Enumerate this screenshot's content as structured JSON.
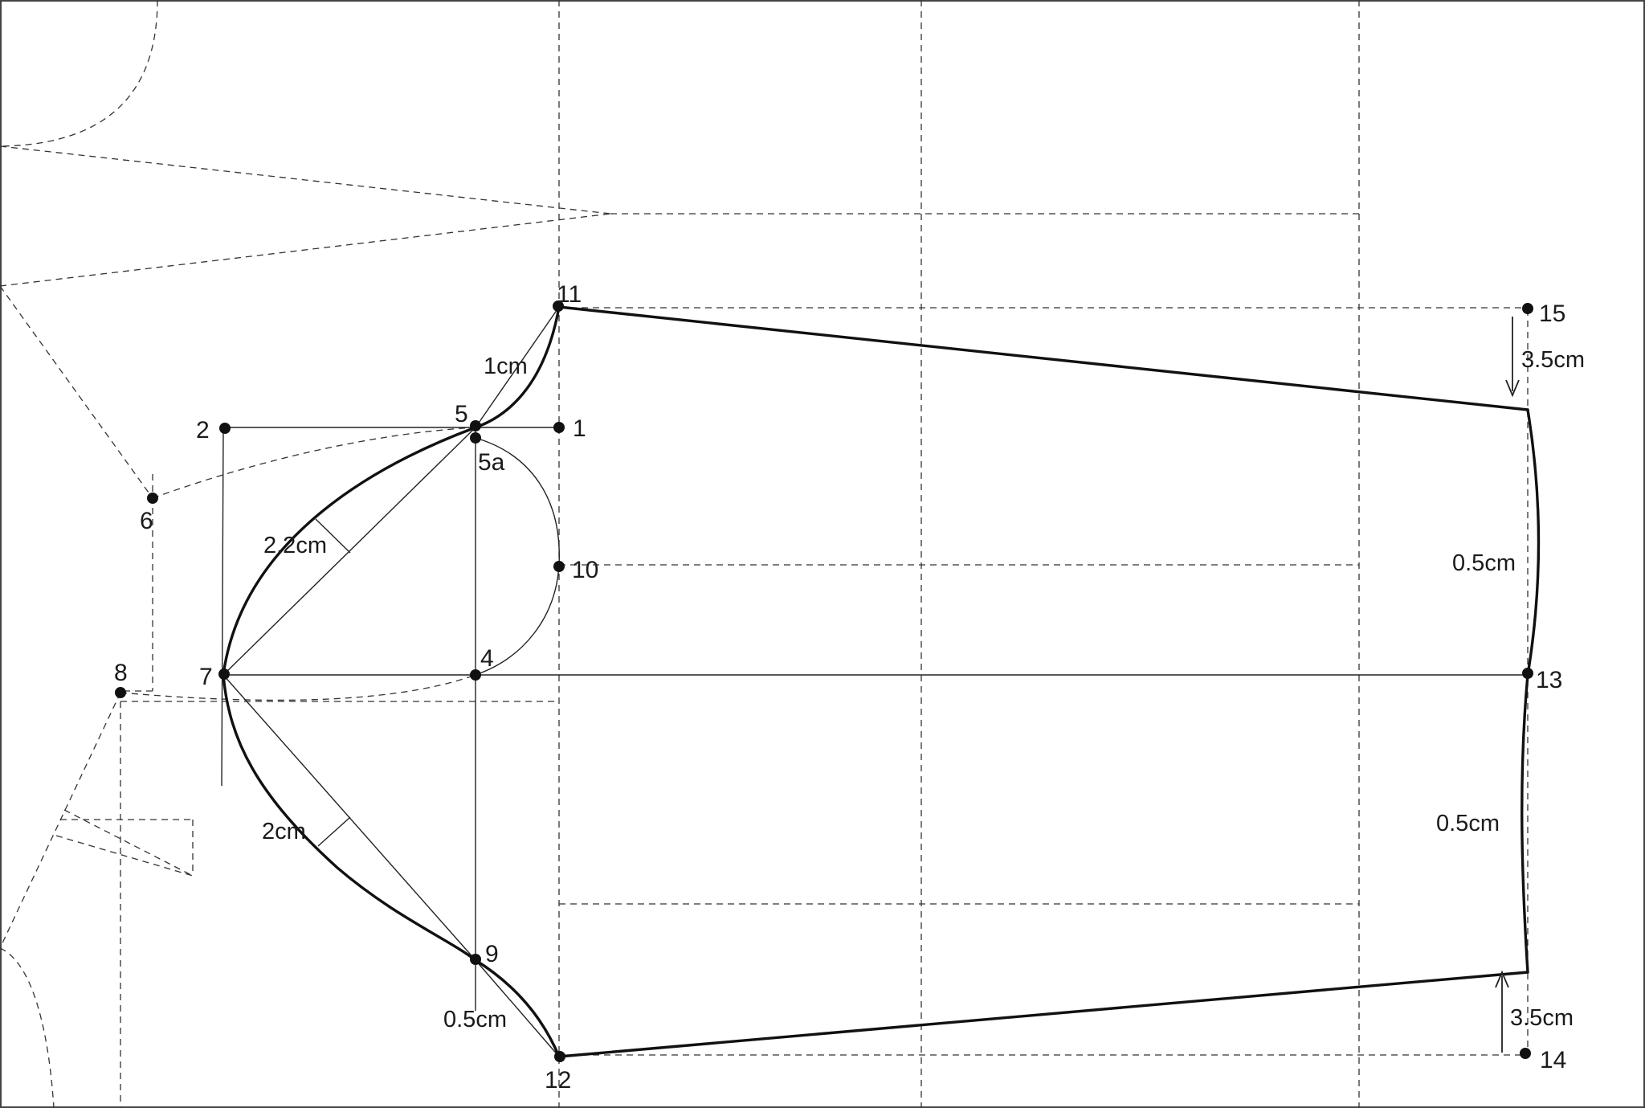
{
  "diagram": {
    "points": [
      {
        "id": "p1",
        "label": "1"
      },
      {
        "id": "p2",
        "label": "2"
      },
      {
        "id": "p4",
        "label": "4"
      },
      {
        "id": "p5",
        "label": "5"
      },
      {
        "id": "p5a",
        "label": "5a"
      },
      {
        "id": "p6",
        "label": "6"
      },
      {
        "id": "p7",
        "label": "7"
      },
      {
        "id": "p8",
        "label": "8"
      },
      {
        "id": "p9",
        "label": "9"
      },
      {
        "id": "p10",
        "label": "10"
      },
      {
        "id": "p11",
        "label": "11"
      },
      {
        "id": "p12",
        "label": "12"
      },
      {
        "id": "p13",
        "label": "13"
      },
      {
        "id": "p14",
        "label": "14"
      },
      {
        "id": "p15",
        "label": "15"
      }
    ],
    "measurements": {
      "m_1cm": "1cm",
      "m_22cm": "2.2cm",
      "m_2cm": "2cm",
      "m_05cm_bottom": "0.5cm",
      "m_35cm_top": "3.5cm",
      "m_05cm_upper": "0.5cm",
      "m_05cm_lower": "0.5cm",
      "m_35cm_bottom": "3.5cm"
    }
  }
}
